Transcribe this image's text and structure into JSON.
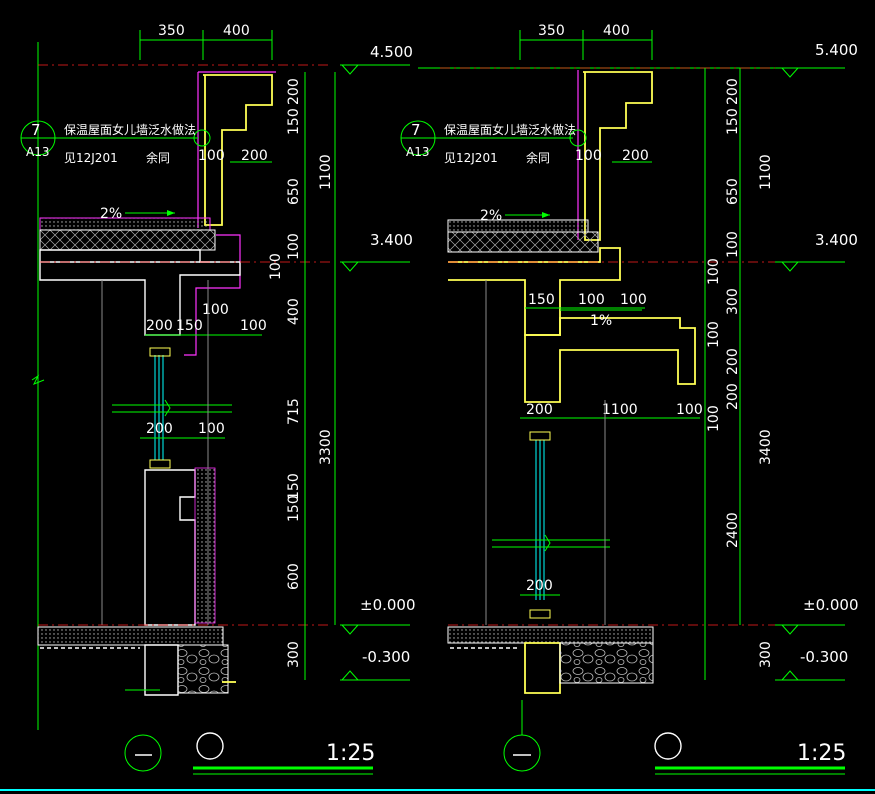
{
  "drawing": {
    "left": {
      "top_dims": [
        "350",
        "400"
      ],
      "levels": [
        "4.500",
        "3.400",
        "±0.000",
        "-0.300"
      ],
      "callout_num": "7",
      "callout_sheet": "A13",
      "callout_title": "保温屋面女儿墙泛水做法",
      "callout_ref": "见12J201",
      "callout_same": "余同",
      "slope": "2%",
      "right_dims": [
        "200",
        "150",
        "650",
        "100",
        "400",
        "715",
        "150",
        "150",
        "600",
        "300"
      ],
      "total_dims": [
        "1100",
        "3300"
      ],
      "inner_dims": [
        "100",
        "200",
        "100",
        "200",
        "150",
        "100",
        "100",
        "200",
        "100"
      ],
      "scale": "1:25"
    },
    "right": {
      "top_dims": [
        "350",
        "400"
      ],
      "levels": [
        "5.400",
        "3.400",
        "±0.000",
        "-0.300"
      ],
      "callout_num": "7",
      "callout_sheet": "A13",
      "callout_title": "保温屋面女儿墙泛水做法",
      "callout_ref": "见12J201",
      "callout_same": "余同",
      "slope": "2%",
      "slope2": "1%",
      "right_dims": [
        "200",
        "150",
        "650",
        "100",
        "100",
        "300",
        "100",
        "200",
        "200",
        "100",
        "2400",
        "300"
      ],
      "total_dims": [
        "1100",
        "3400"
      ],
      "inner_dims": [
        "100",
        "200",
        "150",
        "100",
        "100",
        "200",
        "1100",
        "100",
        "200"
      ],
      "scale": "1:25"
    }
  }
}
